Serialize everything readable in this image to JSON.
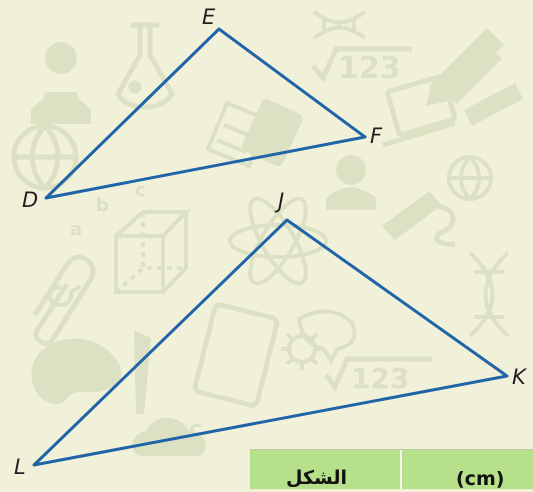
{
  "diagram": {
    "triangle_def": {
      "vertices": [
        "E",
        "F",
        "D"
      ],
      "stroke_color": "#1f64a8"
    },
    "triangle_jkl": {
      "vertices": [
        "J",
        "K",
        "L"
      ],
      "stroke_color": "#1f64a8"
    },
    "background_color": "#f1f1d9",
    "watermark_color": "#dce1c3",
    "table": {
      "header_color": "#b7e08b",
      "headers": [
        "الشكل",
        "(cm)"
      ]
    }
  }
}
